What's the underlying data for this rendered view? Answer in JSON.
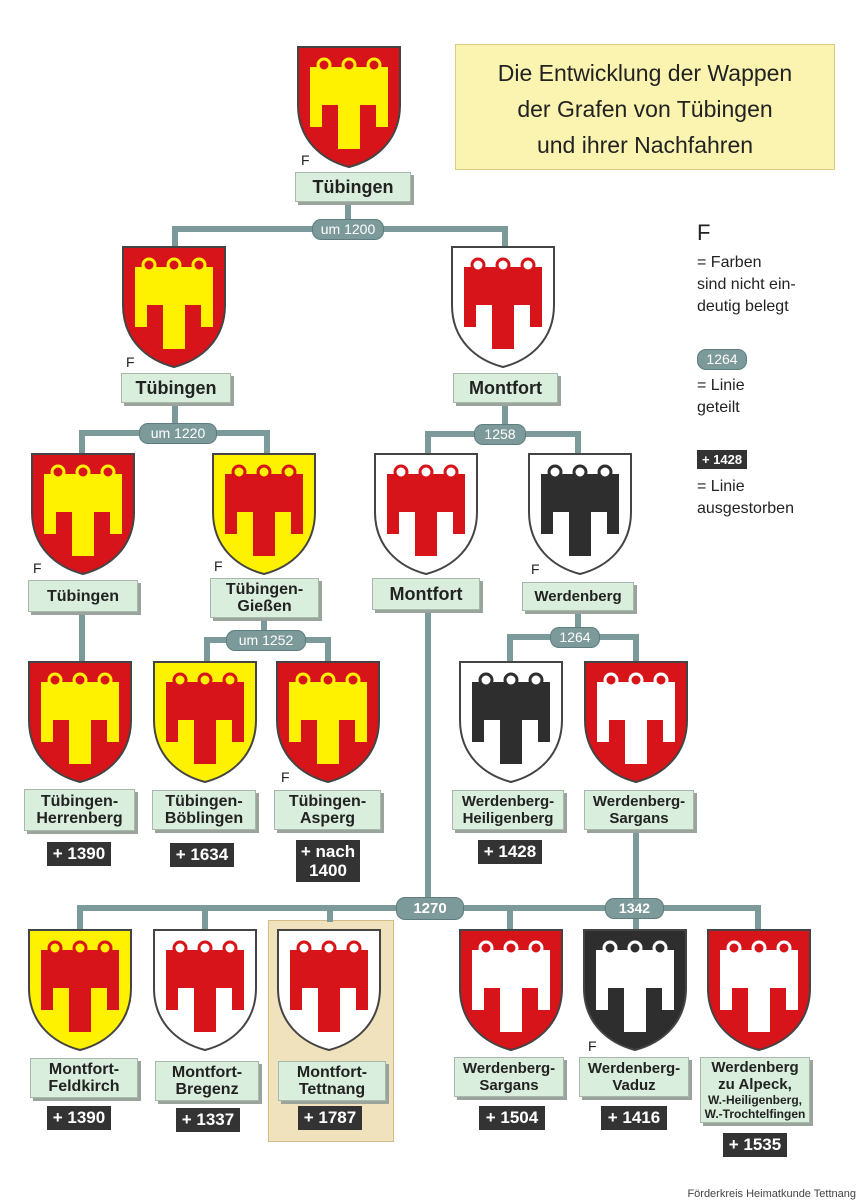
{
  "title": {
    "line1": "Die Entwicklung der Wappen",
    "line2": "der Grafen von Tübingen",
    "line3": "und ihrer Nachfahren"
  },
  "legend": {
    "f_symbol": "F",
    "f_text1": "= Farben",
    "f_text2": "sind nicht ein-",
    "f_text3": "deutig belegt",
    "split_example": "1264",
    "split_text1": "= Linie",
    "split_text2": "geteilt",
    "extinct_example": "+ 1428",
    "extinct_text1": "= Linie",
    "extinct_text2": "ausgestorben"
  },
  "colors": {
    "red": "#d7141a",
    "yellow": "#fff200",
    "white": "#ffffff",
    "black": "#2e2e2e",
    "connector": "#7d9a9b"
  },
  "splits": {
    "s1200": "um 1200",
    "s1220": "um 1220",
    "s1258": "1258",
    "s1252": "um 1252",
    "s1264": "1264",
    "s1270": "1270",
    "s1342": "1342"
  },
  "nodes": [
    {
      "name": "Tübingen",
      "field": "#d7141a",
      "flag": "#fff200",
      "f": "F"
    },
    {
      "name": "Tübingen",
      "field": "#d7141a",
      "flag": "#fff200",
      "f": "F"
    },
    {
      "name": "Montfort",
      "field": "#ffffff",
      "flag": "#d7141a"
    },
    {
      "name": "Tübingen",
      "field": "#d7141a",
      "flag": "#fff200",
      "f": "F"
    },
    {
      "name1": "Tübingen-",
      "name2": "Gießen",
      "field": "#fff200",
      "flag": "#d7141a",
      "f": "F"
    },
    {
      "name": "Montfort",
      "field": "#ffffff",
      "flag": "#d7141a"
    },
    {
      "name": "Werdenberg",
      "field": "#ffffff",
      "flag": "#2e2e2e",
      "f": "F"
    },
    {
      "name1": "Tübingen-",
      "name2": "Herrenberg",
      "field": "#d7141a",
      "flag": "#fff200",
      "death": "+ 1390"
    },
    {
      "name1": "Tübingen-",
      "name2": "Böblingen",
      "field": "#fff200",
      "flag": "#d7141a",
      "death": "+ 1634"
    },
    {
      "name1": "Tübingen-",
      "name2": "Asperg",
      "field": "#d7141a",
      "flag": "#fff200",
      "f": "F",
      "death1": "+ nach",
      "death2": "1400"
    },
    {
      "name1": "Werdenberg-",
      "name2": "Heiligenberg",
      "field": "#ffffff",
      "flag": "#2e2e2e",
      "death": "+ 1428"
    },
    {
      "name1": "Werdenberg-",
      "name2": "Sargans",
      "field": "#d7141a",
      "flag": "#ffffff"
    },
    {
      "name1": "Montfort-",
      "name2": "Feldkirch",
      "field": "#fff200",
      "flag": "#d7141a",
      "death": "+ 1390"
    },
    {
      "name1": "Montfort-",
      "name2": "Bregenz",
      "field": "#ffffff",
      "flag": "#d7141a",
      "death": "+ 1337"
    },
    {
      "name1": "Montfort-",
      "name2": "Tettnang",
      "field": "#ffffff",
      "flag": "#d7141a",
      "death": "+ 1787"
    },
    {
      "name1": "Werdenberg-",
      "name2": "Sargans",
      "field": "#d7141a",
      "flag": "#ffffff",
      "death": "+ 1504"
    },
    {
      "name1": "Werdenberg-",
      "name2": "Vaduz",
      "field": "#2e2e2e",
      "flag": "#ffffff",
      "f": "F",
      "death": "+ 1416"
    },
    {
      "name1": "Werdenberg",
      "name2": "zu Alpeck,",
      "name3": "W.-Heiligenberg,",
      "name4": "W.-Trochtelfingen",
      "field": "#d7141a",
      "flag": "#ffffff",
      "death": "+ 1535"
    }
  ],
  "credit": "Förderkreis Heimatkunde Tettnang"
}
